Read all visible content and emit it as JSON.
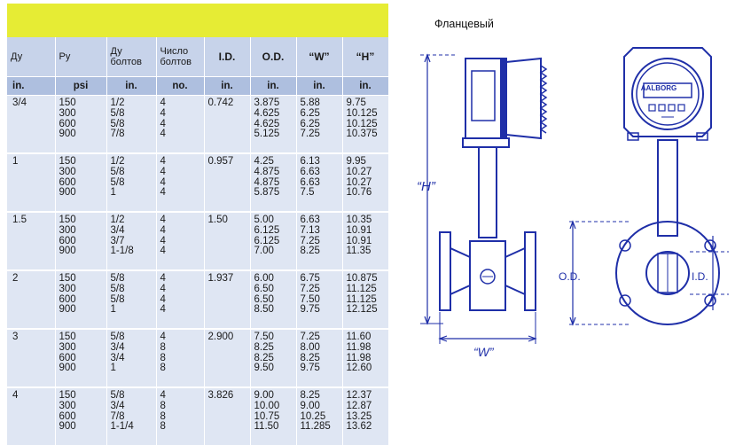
{
  "title": "Фланцевый",
  "headers": [
    "Ду",
    "Ру",
    "Ду болтов",
    "Число болтов",
    "I.D.",
    "O.D.",
    "“W”",
    "“H”"
  ],
  "units": [
    "in.",
    "psi",
    "in.",
    "no.",
    "in.",
    "in.",
    "in.",
    "in."
  ],
  "rows": [
    {
      "du": "3/4",
      "ru": [
        "150",
        "300",
        "600",
        "900"
      ],
      "bolt": [
        "1/2",
        "5/8",
        "5/8",
        "7/8"
      ],
      "count": [
        "4",
        "4",
        "4",
        "4"
      ],
      "id": "0.742",
      "od": [
        "3.875",
        "4.625",
        "4.625",
        "5.125"
      ],
      "w": [
        "5.88",
        "6.25",
        "6.25",
        "7.25"
      ],
      "h": [
        "9.75",
        "10.125",
        "10.125",
        "10.375"
      ]
    },
    {
      "du": "1",
      "ru": [
        "150",
        "300",
        "600",
        "900"
      ],
      "bolt": [
        "1/2",
        "5/8",
        "5/8",
        "1"
      ],
      "count": [
        "4",
        "4",
        "4",
        "4"
      ],
      "id": "0.957",
      "od": [
        "4.25",
        "4.875",
        "4.875",
        "5.875"
      ],
      "w": [
        "6.13",
        "6.63",
        "6.63",
        "7.5"
      ],
      "h": [
        "9.95",
        "10.27",
        "10.27",
        "10.76"
      ]
    },
    {
      "du": "1.5",
      "ru": [
        "150",
        "300",
        "600",
        "900"
      ],
      "bolt": [
        "1/2",
        "3/4",
        "3/7",
        "1-1/8"
      ],
      "count": [
        "4",
        "4",
        "4",
        "4"
      ],
      "id": "1.50",
      "od": [
        "5.00",
        "6.125",
        "6.125",
        "7.00"
      ],
      "w": [
        "6.63",
        "7.13",
        "7.25",
        "8.25"
      ],
      "h": [
        "10.35",
        "10.91",
        "10.91",
        "11.35"
      ]
    },
    {
      "du": "2",
      "ru": [
        "150",
        "300",
        "600",
        "900"
      ],
      "bolt": [
        "5/8",
        "5/8",
        "5/8",
        "1"
      ],
      "count": [
        "4",
        "4",
        "4",
        "4"
      ],
      "id": "1.937",
      "od": [
        "6.00",
        "6.50",
        "6.50",
        "8.50"
      ],
      "w": [
        "6.75",
        "7.25",
        "7.50",
        "9.75"
      ],
      "h": [
        "10.875",
        "11.125",
        "11.125",
        "12.125"
      ]
    },
    {
      "du": "3",
      "ru": [
        "150",
        "300",
        "600",
        "900"
      ],
      "bolt": [
        "5/8",
        "3/4",
        "3/4",
        "1"
      ],
      "count": [
        "4",
        "8",
        "8",
        "8"
      ],
      "id": "2.900",
      "od": [
        "7.50",
        "8.25",
        "8.25",
        "9.50"
      ],
      "w": [
        "7.25",
        "8.00",
        "8.25",
        "9.75"
      ],
      "h": [
        "11.60",
        "11.98",
        "11.98",
        "12.60"
      ]
    },
    {
      "du": "4",
      "ru": [
        "150",
        "300",
        "600",
        "900"
      ],
      "bolt": [
        "5/8",
        "3/4",
        "7/8",
        "1-1/4"
      ],
      "count": [
        "4",
        "8",
        "8",
        "8"
      ],
      "id": "3.826",
      "od": [
        "9.00",
        "10.00",
        "10.75",
        "11.50"
      ],
      "w": [
        "8.25",
        "9.00",
        "10.25",
        "11.285"
      ],
      "h": [
        "12.37",
        "12.87",
        "13.25",
        "13.62"
      ]
    }
  ],
  "diagram": {
    "logo": "AALBORG",
    "h_label": "“H”",
    "w_label": "“W”",
    "od_label": "O.D.",
    "id_label": "I.D.",
    "line_color": "#1f2fa8"
  }
}
